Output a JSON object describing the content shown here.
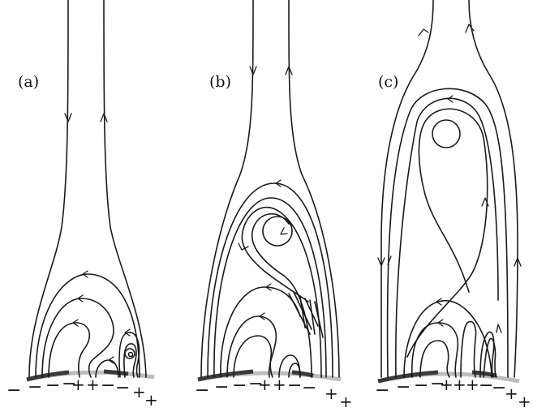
{
  "colors": {
    "line": "#1a1a1a",
    "surface_negative": "#3a3a3a",
    "surface_positive": "#bdbdbd",
    "background": "#ffffff"
  },
  "panels": [
    {
      "label": "(a)",
      "polarity_signs": [
        "−",
        "−",
        "−",
        "−",
        "+",
        "+",
        "−",
        "−",
        "+",
        "+"
      ]
    },
    {
      "label": "(b)",
      "polarity_signs": [
        "−",
        "−",
        "−",
        "−",
        "+",
        "+",
        "−",
        "−",
        "+",
        "+"
      ]
    },
    {
      "label": "(c)",
      "polarity_signs": [
        "−",
        "−",
        "−",
        "−",
        "+",
        "+",
        "+",
        "−",
        "−",
        "+",
        "+"
      ]
    }
  ]
}
